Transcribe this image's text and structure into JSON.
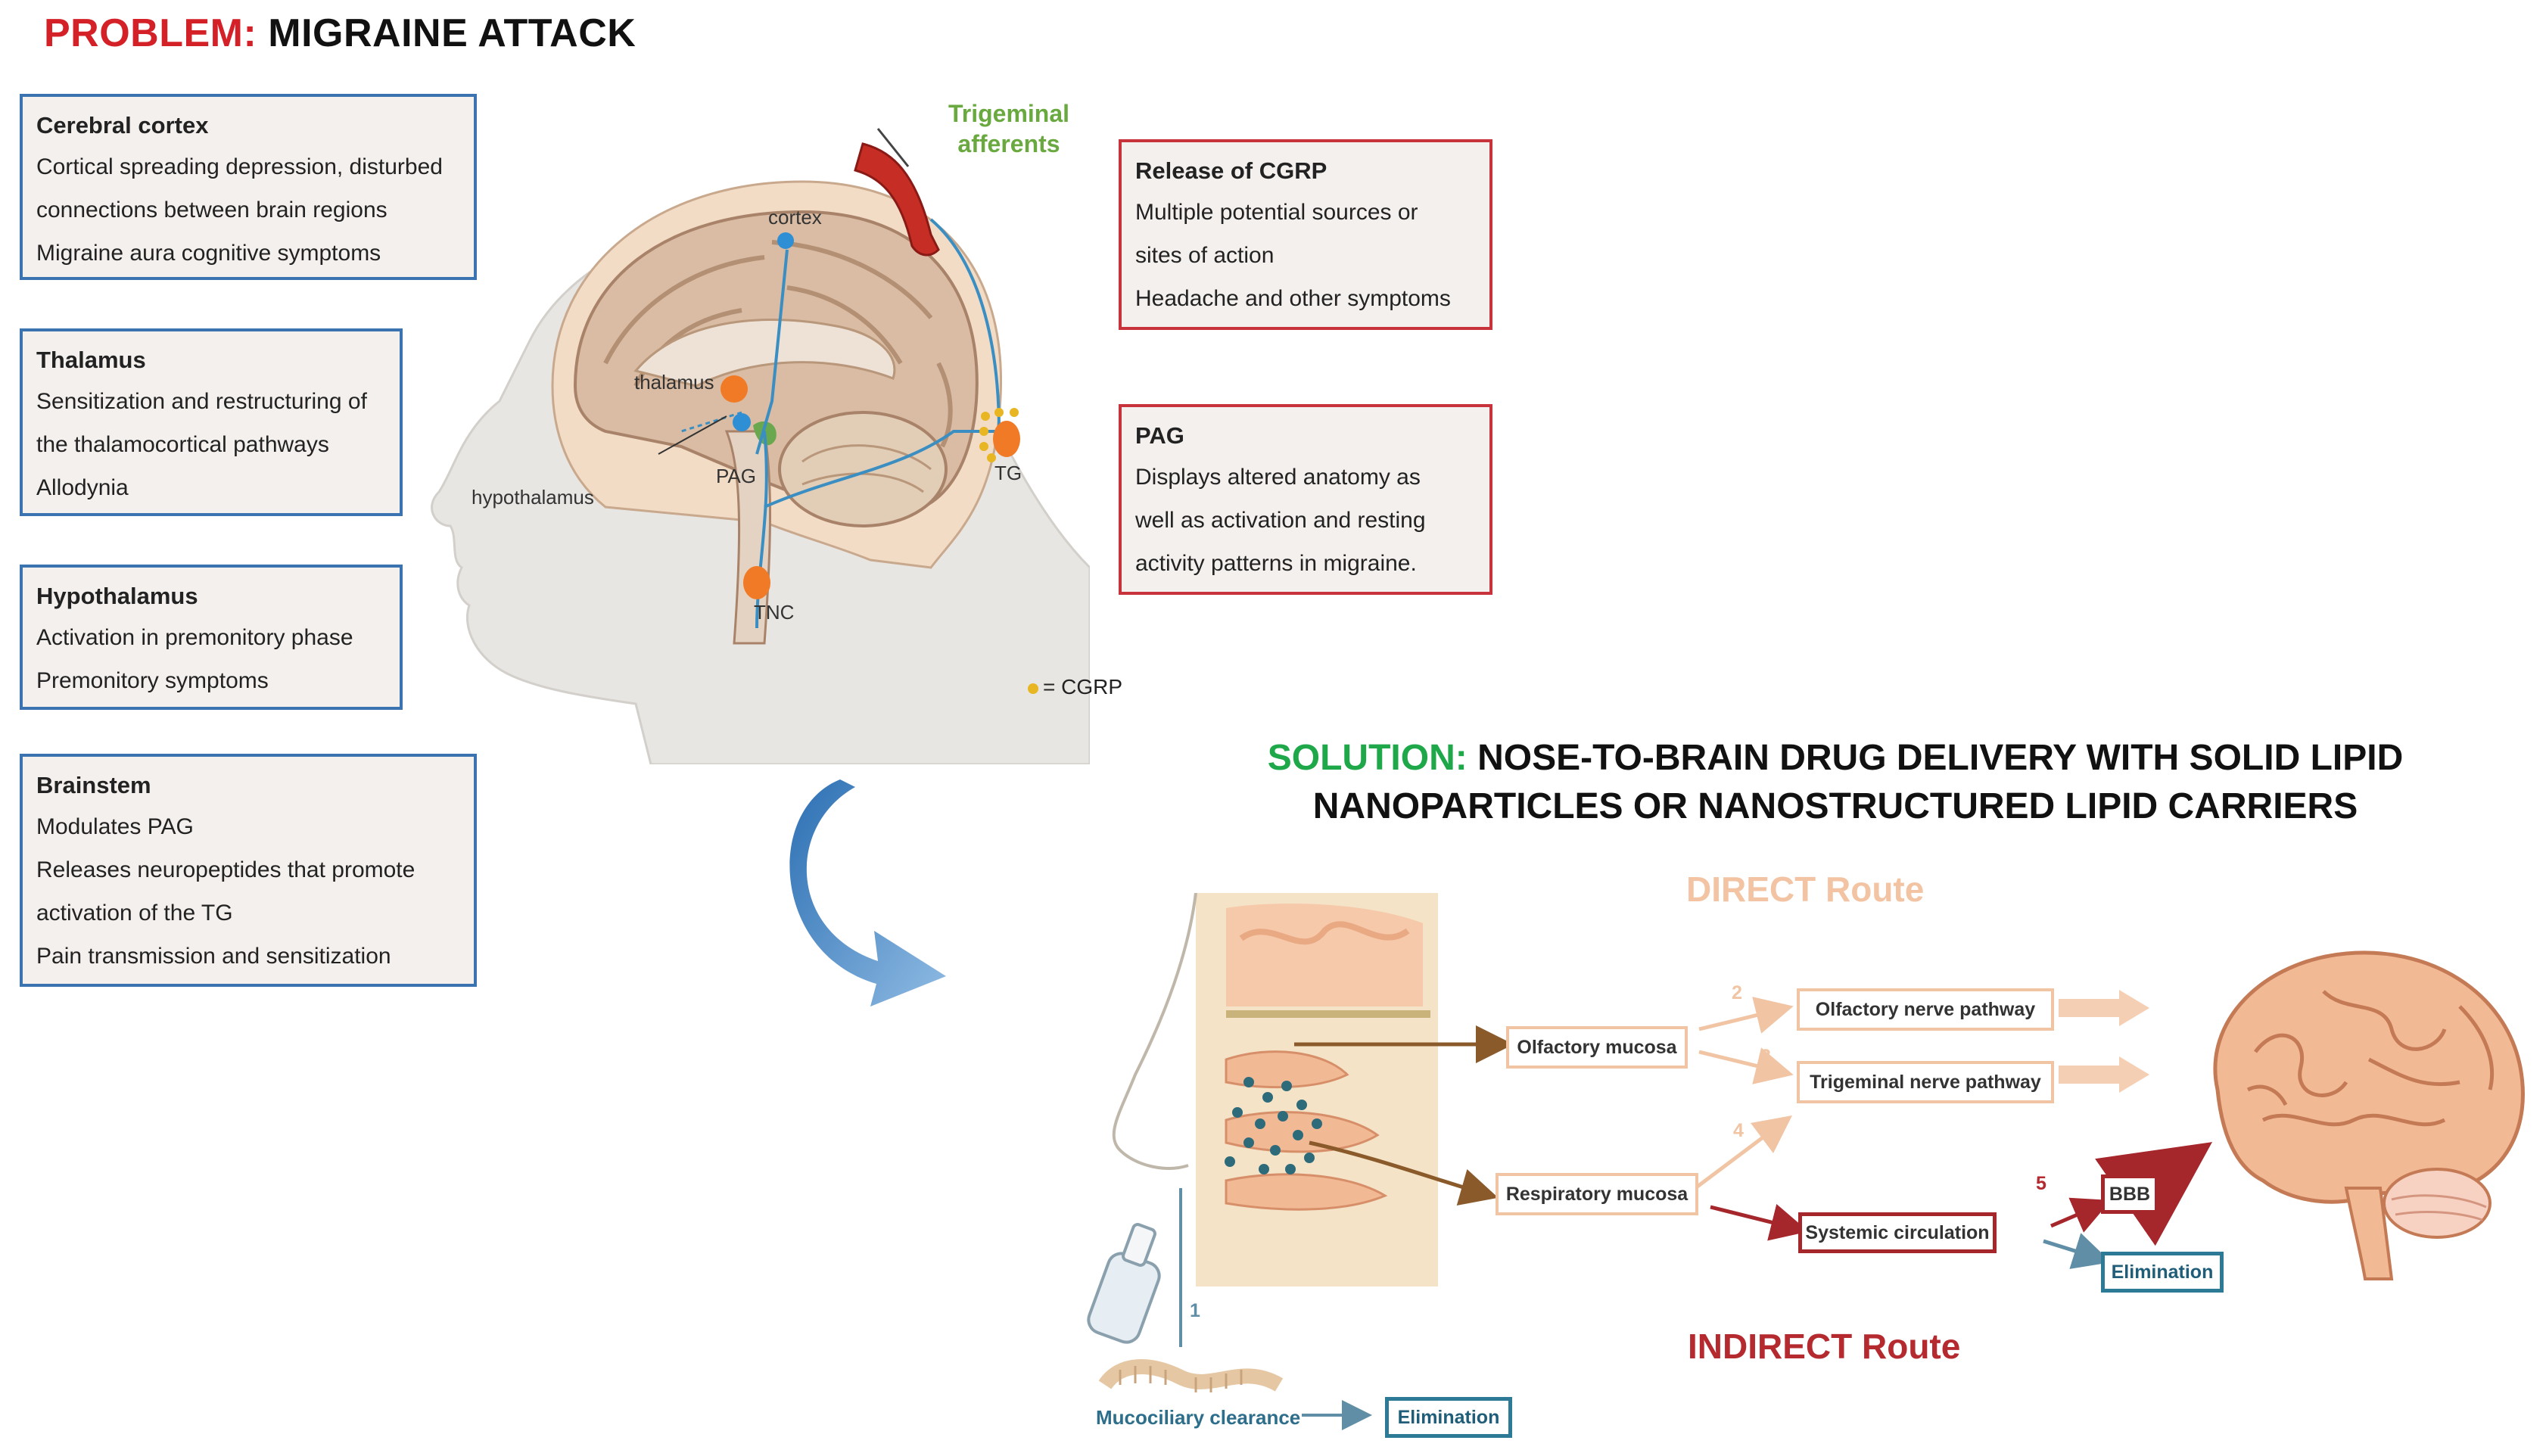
{
  "problem": {
    "label": "PROBLEM:",
    "title": "MIGRAINE ATTACK"
  },
  "left_boxes": {
    "cortex": {
      "heading": "Cerebral cortex",
      "lines": [
        "Cortical spreading depression, disturbed",
        "connections between brain regions",
        "Migraine aura cognitive symptoms"
      ]
    },
    "thalamus": {
      "heading": "Thalamus",
      "lines": [
        "Sensitization and restructuring of",
        "the thalamocortical pathways",
        "Allodynia"
      ]
    },
    "hypothalamus": {
      "heading": "Hypothalamus",
      "lines": [
        "Activation in premonitory phase",
        "Premonitory symptoms"
      ]
    },
    "brainstem": {
      "heading": "Brainstem",
      "lines": [
        "Modulates PAG",
        "Releases neuropeptides that promote",
        "activation of the TG",
        "Pain transmission and sensitization"
      ]
    }
  },
  "right_boxes": {
    "cgrp": {
      "heading": "Release of CGRP",
      "lines": [
        "Multiple potential sources or",
        "sites of action",
        "Headache and other symptoms"
      ]
    },
    "pag": {
      "heading": "PAG",
      "lines": [
        "Displays altered anatomy as",
        "well as activation and resting",
        "activity patterns in migraine."
      ]
    }
  },
  "head_labels": {
    "cortex": "cortex",
    "thalamus": "thalamus",
    "hypothalamus": "hypothalamus",
    "pag": "PAG",
    "tg": "TG",
    "tnc": "TNC",
    "trigeminal_afferents": "Trigeminal afferents"
  },
  "legend": {
    "symbol": "= CGRP",
    "dot_color": "#e7b622"
  },
  "solution": {
    "label": "SOLUTION:",
    "title_line1": "NOSE-TO-BRAIN DRUG DELIVERY WITH SOLID LIPID",
    "title_line2": "NANOPARTICLES OR NANOSTRUCTURED LIPID CARRIERS"
  },
  "routes": {
    "direct": "DIRECT Route",
    "indirect": "INDIRECT Route"
  },
  "pathway_boxes": {
    "olfactory_mucosa": "Olfactory mucosa",
    "respiratory_mucosa": "Respiratory mucosa",
    "olfactory_nerve": "Olfactory nerve pathway",
    "trigeminal_nerve": "Trigeminal nerve pathway",
    "systemic": "Systemic circulation",
    "bbb": "BBB",
    "elimination_1": "Elimination",
    "elimination_2": "Elimination",
    "mucociliary": "Mucociliary clearance"
  },
  "steps": {
    "s1": "1",
    "s2": "2",
    "s3": "3",
    "s4": "4",
    "s5": "5"
  },
  "colors": {
    "red": "#d42027",
    "green": "#1fa84a",
    "box_blue": "#3a73b0",
    "box_red": "#c8323a",
    "peach": "#f1c4a4",
    "dark_red": "#a5262b",
    "teal": "#2d7a96",
    "orange_node": "#f07a26",
    "blue_node": "#2f8fd4"
  }
}
